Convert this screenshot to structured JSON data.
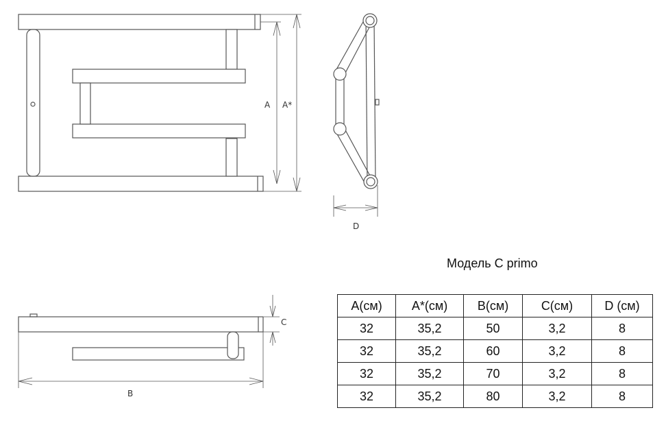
{
  "diagram": {
    "front_view_labels": {
      "a": "A",
      "a_star": "A*"
    },
    "side_view_labels": {
      "d": "D"
    },
    "top_view_labels": {
      "c": "C",
      "b": "B"
    }
  },
  "table": {
    "title": "Модель C primo",
    "headers": [
      "A(см)",
      "A*(см)",
      "B(см)",
      "C(см)",
      "D (см)"
    ],
    "rows": [
      [
        "32",
        "35,2",
        "50",
        "3,2",
        "8"
      ],
      [
        "32",
        "35,2",
        "60",
        "3,2",
        "8"
      ],
      [
        "32",
        "35,2",
        "70",
        "3,2",
        "8"
      ],
      [
        "32",
        "35,2",
        "80",
        "3,2",
        "8"
      ]
    ]
  }
}
